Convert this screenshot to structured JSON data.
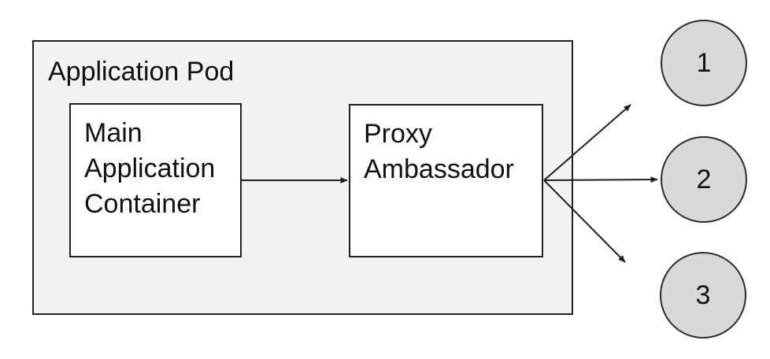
{
  "diagram": {
    "pod": {
      "label": "Application Pod"
    },
    "containers": [
      {
        "id": "main-application-container",
        "label": "Main Application Container"
      },
      {
        "id": "proxy-ambassador",
        "label": "Proxy Ambassador"
      }
    ],
    "endpoints": [
      {
        "label": "1"
      },
      {
        "label": "2"
      },
      {
        "label": "3"
      }
    ],
    "connections": [
      {
        "from": "main-application-container",
        "to": "proxy-ambassador"
      },
      {
        "from": "proxy-ambassador",
        "to": "endpoint-1"
      },
      {
        "from": "proxy-ambassador",
        "to": "endpoint-2"
      },
      {
        "from": "proxy-ambassador",
        "to": "endpoint-3"
      }
    ],
    "colors": {
      "pod_fill": "#f3f3f3",
      "box_fill": "#ffffff",
      "circle_fill": "#d9d9d9",
      "stroke": "#1f1f1f",
      "text": "#111111",
      "background": "#ffffff"
    }
  }
}
